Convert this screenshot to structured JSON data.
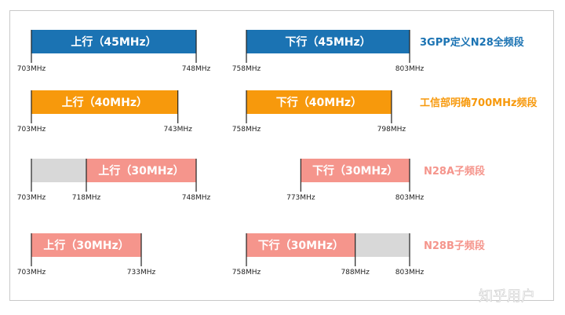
{
  "colors": {
    "blue": "#1b73b3",
    "orange": "#f7990c",
    "pink": "#f5958c",
    "gray": "#d8d8d8",
    "blue_text": "#1b73b3",
    "orange_text": "#f7990c",
    "pink_text": "#f5958c"
  },
  "rows": [
    {
      "label": "3GPP定义N28全频段",
      "color": "blue",
      "segments": [
        {
          "start": 703,
          "end": 748,
          "fill": "blue",
          "text": "上行（45MHz）"
        },
        {
          "start": 758,
          "end": 803,
          "fill": "blue",
          "text": "下行（45MHz）"
        }
      ],
      "ticks": [
        "703MHz",
        "748MHz",
        "758MHz",
        "803MHz"
      ]
    },
    {
      "label": "工信部明确700MHz频段",
      "color": "orange",
      "segments": [
        {
          "start": 703,
          "end": 743,
          "fill": "orange",
          "text": "上行（40MHz）"
        },
        {
          "start": 758,
          "end": 798,
          "fill": "orange",
          "text": "下行（40MHz）"
        }
      ],
      "ticks": [
        "703MHz",
        "743MHz",
        "758MHz",
        "798MHz"
      ]
    },
    {
      "label": "N28A子频段",
      "color": "pink",
      "segments": [
        {
          "start": 703,
          "end": 718,
          "fill": "gray",
          "text": ""
        },
        {
          "start": 718,
          "end": 748,
          "fill": "pink",
          "text": "上行（30MHz）"
        },
        {
          "start": 773,
          "end": 803,
          "fill": "pink",
          "text": "下行（30MHz）"
        }
      ],
      "ticks": [
        "703MHz",
        "718MHz",
        "748MHz",
        "773MHz",
        "803MHz"
      ]
    },
    {
      "label": "N28B子频段",
      "color": "pink",
      "segments": [
        {
          "start": 703,
          "end": 733,
          "fill": "pink",
          "text": "上行（30MHz）"
        },
        {
          "start": 758,
          "end": 788,
          "fill": "pink",
          "text": "下行（30MHz）"
        },
        {
          "start": 788,
          "end": 803,
          "fill": "gray",
          "text": ""
        }
      ],
      "ticks": [
        "703MHz",
        "733MHz",
        "758MHz",
        "788MHz",
        "803MHz"
      ]
    }
  ],
  "watermark": "知乎用户"
}
